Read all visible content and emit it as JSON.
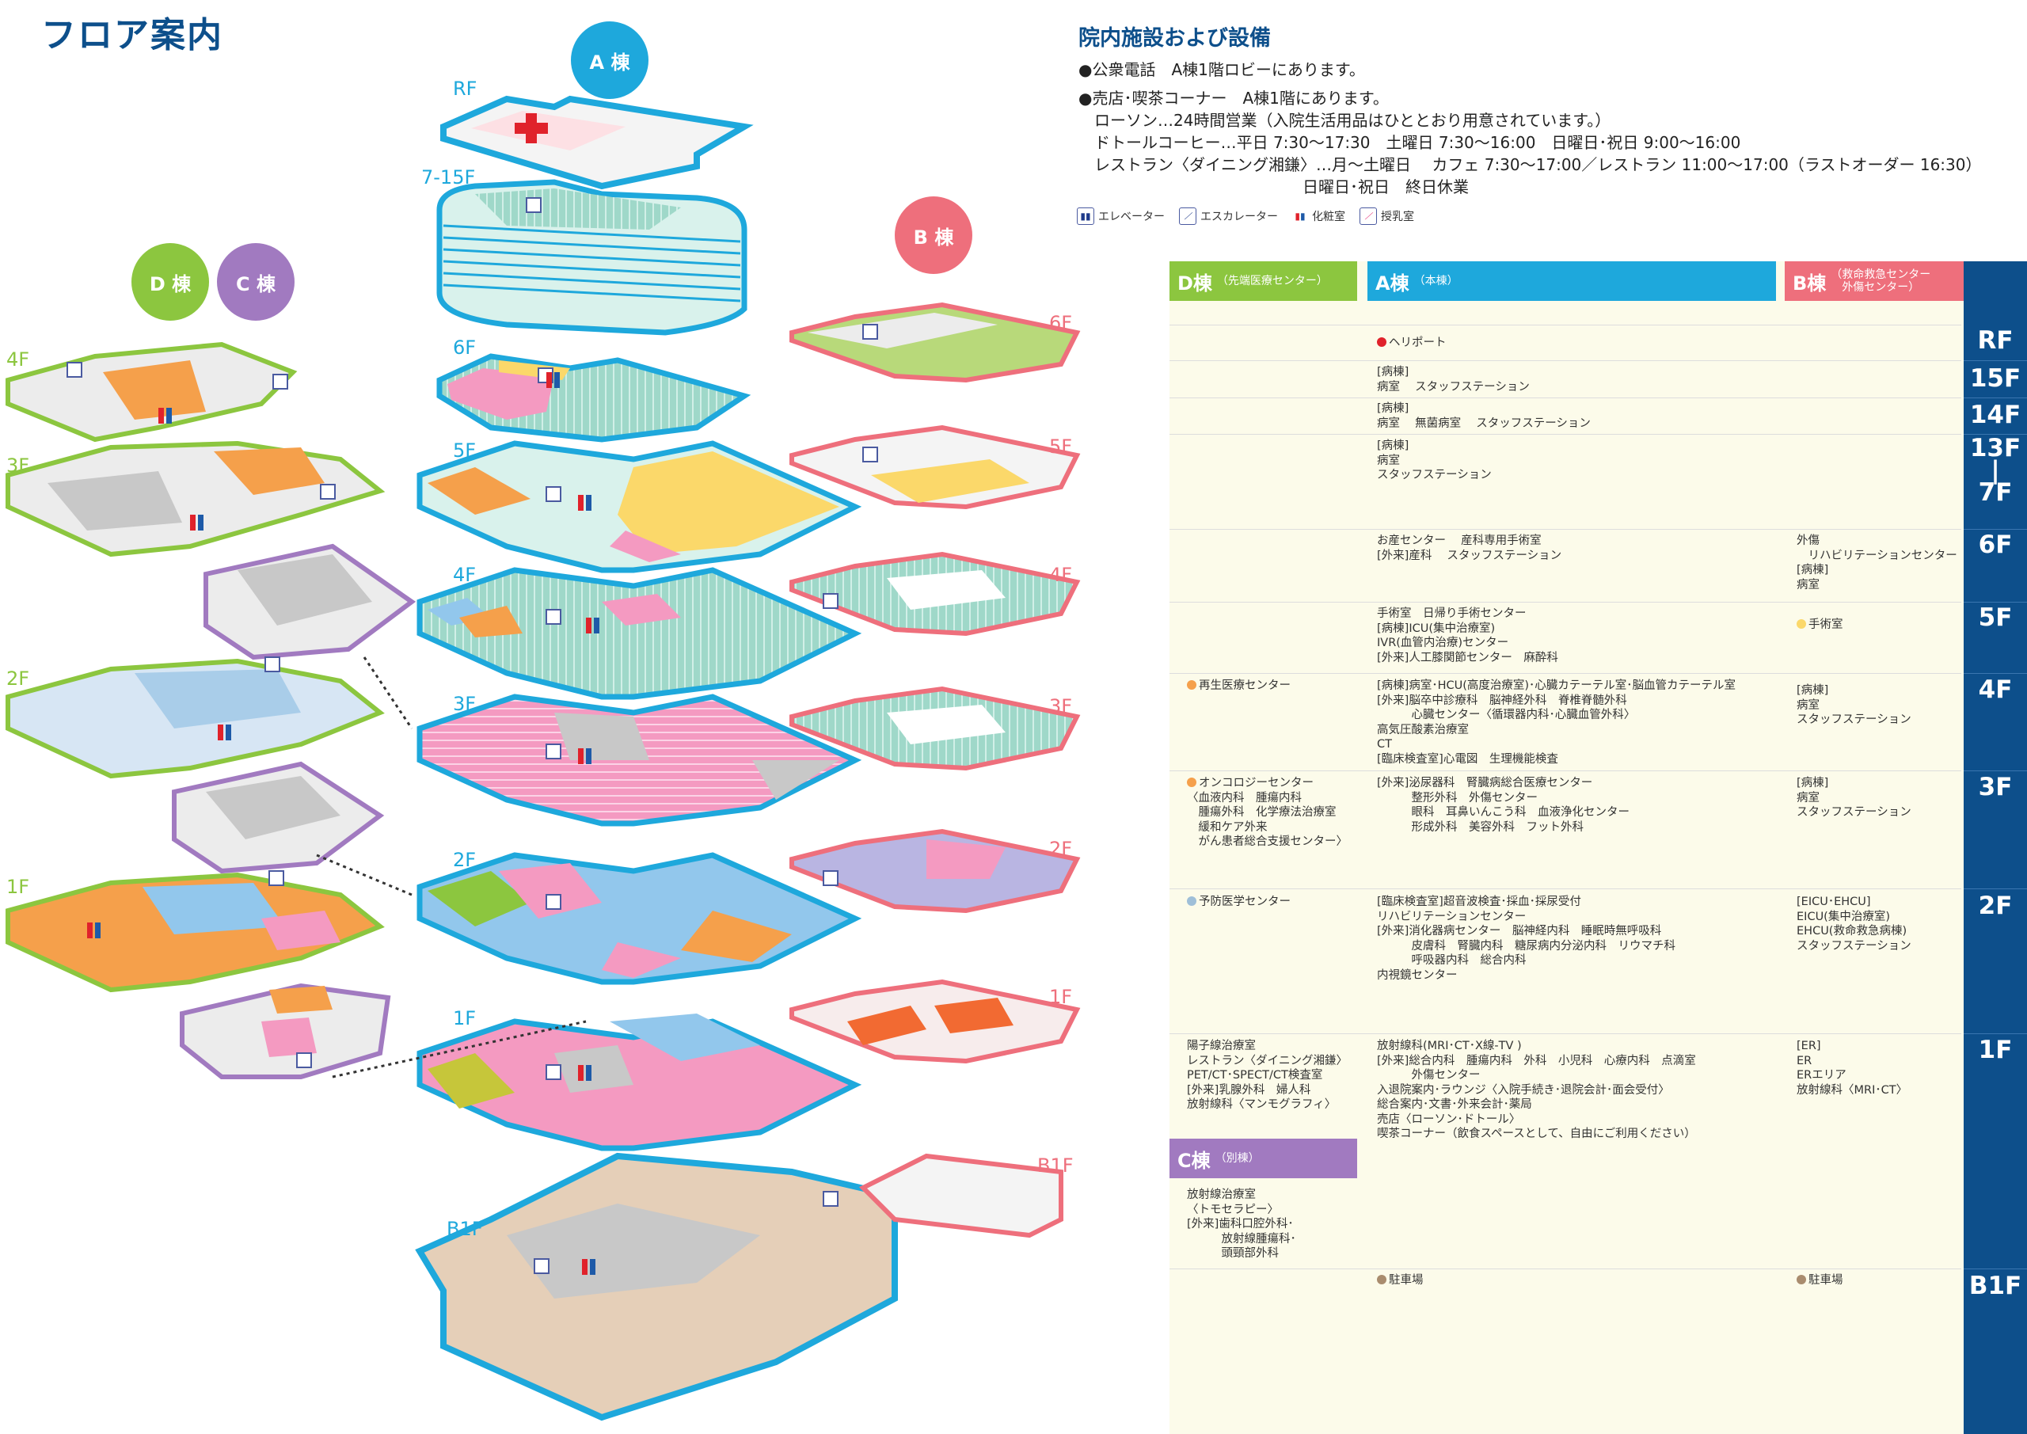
{
  "page_title": "フロア案内",
  "buildings": {
    "a": "A 棟",
    "b": "B 棟",
    "c": "C 棟",
    "d": "D 棟"
  },
  "floor_labels": {
    "rf": "RF",
    "f7_15": "7-15F",
    "f6": "6F",
    "f5": "5F",
    "f4": "4F",
    "f3": "3F",
    "f2": "2F",
    "f1": "1F",
    "b1f": "B1F"
  },
  "facilities": {
    "title": "院内施設および設備",
    "lines": [
      "●公衆電話　A棟1階ロビーにあります。",
      "●売店･喫茶コーナー　A棟1階にあります。",
      "ローソン…24時間営業（入院生活用品はひととおり用意されています。）",
      "ドトールコーヒー…平日 7:30～17:30　土曜日 7:30～16:00　日曜日･祝日 9:00～16:00",
      "レストラン〈ダイニング湘鎌〉…月～土曜日　 カフェ 7:30～17:00／レストラン 11:00～17:00（ラストオーダー 16:30）",
      "日曜日･祝日　終日休業"
    ]
  },
  "legend": [
    "エレベーター",
    "エスカレーター",
    "化粧室",
    "授乳室"
  ],
  "table": {
    "headers": {
      "d": {
        "name": "D棟",
        "sub": "（先端医療センター）"
      },
      "a": {
        "name": "A棟",
        "sub": "（本棟）"
      },
      "b": {
        "name": "B棟",
        "sub": "（救命救急センター\n　外傷センター）"
      },
      "c": {
        "name": "C棟",
        "sub": "（別棟）"
      }
    },
    "floors": [
      "RF",
      "15F",
      "14F",
      "13F\n|\n7F",
      "6F",
      "5F",
      "4F",
      "3F",
      "2F",
      "1F",
      "B1F"
    ],
    "a_cells": [
      "ヘリポート",
      "[病棟]\n病室　 スタッフステーション",
      "[病棟]\n病室　 無菌病室　 スタッフステーション",
      "[病棟]\n病室\nスタッフステーション",
      "お産センター　 産科専用手術室\n[外来]産科　 スタッフステーション",
      "手術室　日帰り手術センター\n[病棟]ICU(集中治療室)\nIVR(血管内治療)センター\n[外来]人工膝関節センター　麻酔科",
      "[病棟]病室･HCU(高度治療室)･心臓カテーテル室･脳血管カテーテル室\n[外来]脳卒中診療科　脳神経外科　脊椎脊髄外科\n　　　心臓センター〈循環器内科･心臓血管外科〉\n高気圧酸素治療室\nCT\n[臨床検査室]心電図　生理機能検査",
      "[外来]泌尿器科　腎臓病総合医療センター\n　　　整形外科　外傷センター\n　　　眼科　耳鼻いんこう科　血液浄化センター\n　　　形成外科　美容外科　フット外科",
      "[臨床検査室]超音波検査･採血･採尿受付\nリハビリテーションセンター\n[外来]消化器病センター　脳神経内科　睡眠時無呼吸科\n　　　皮膚科　腎臓内科　糖尿病内分泌内科　リウマチ科\n　　　呼吸器内科　総合内科\n内視鏡センター",
      "放射線科(MRI･CT･X線-TV )\n[外来]総合内科　腫瘍内科　外科　小児科　心療内科　点滴室\n　　　外傷センター\n入退院案内･ラウンジ〈入院手続き･退院会計･面会受付〉\n総合案内･文書･外来会計･薬局\n売店〈ローソン･ドトール〉\n喫茶コーナー（飲食スペースとして、自由にご利用ください）",
      "駐車場"
    ],
    "d_cells": {
      "f4": "再生医療センター",
      "f3": "オンコロジーセンター\n〈血液内科　腫瘍内科\n　腫瘍外科　化学療法治療室\n　緩和ケア外来\n　がん患者総合支援センター〉",
      "f2": "予防医学センター",
      "f1": "陽子線治療室\nレストラン〈ダイニング湘鎌〉\nPET/CT･SPECT/CT検査室\n[外来]乳腺外科　婦人科\n放射線科〈マンモグラフィ〉"
    },
    "c_cells": {
      "f1": "放射線治療室\n〈トモセラピー〉\n[外来]歯科口腔外科･\n　　　放射線腫瘍科･\n　　　頭頸部外科"
    },
    "b_cells": {
      "f6": "外傷\n　リハビリテーションセンター\n[病棟]\n病室",
      "f5": "手術室",
      "f4": "[病棟]\n病室\nスタッフステーション",
      "f3": "[病棟]\n病室\nスタッフステーション",
      "f2": "[EICU･EHCU]\nEICU(集中治療室)\nEHCU(救命救急病棟)\nスタッフステーション",
      "f1": "[ER]\nER\nERエリア\n放射線科〈MRI･CT〉",
      "b1f": "駐車場"
    }
  },
  "colors": {
    "brand_blue": "#0d4f8b",
    "a_cyan": "#1ea8dc",
    "b_red": "#ee6f7c",
    "c_purple": "#a17ac0",
    "d_green": "#8cc63f",
    "ward_teal": "#9fd8c9",
    "pink": "#f49ac1",
    "yellow": "#fbd86a",
    "orange": "#f5a04b",
    "blue": "#92c7ec",
    "gray": "#c8c8c8",
    "olive": "#c6c63a",
    "tan": "#e5cfb8",
    "red": "#e0222b"
  }
}
